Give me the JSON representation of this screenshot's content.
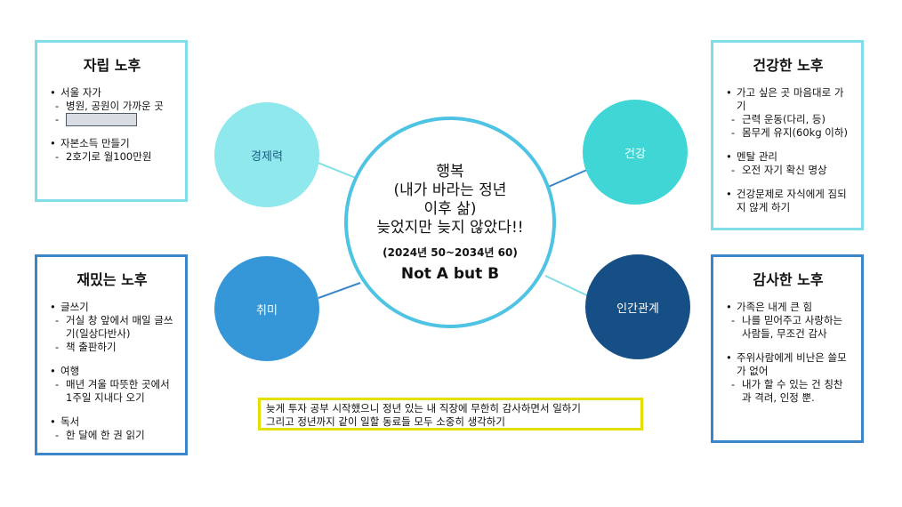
{
  "center": {
    "title_lines": [
      "행복",
      "(내가 바라는 정년",
      "이후 삶)",
      "늦었지만 늦지 않았다!!"
    ],
    "years": "(2024년 50~2034년 60)",
    "motto": "Not A but B"
  },
  "circles": {
    "economy": "경제력",
    "health": "건강",
    "hobby": "취미",
    "relations": "인간관계"
  },
  "boxes": {
    "independent": {
      "title": "자립 노후",
      "items": [
        {
          "main": "서울 자가",
          "subs": [
            "병원, 공원이 가까운 곳"
          ]
        },
        {
          "main": "자본소득 만들기",
          "subs": [
            "2호기로 월100만원"
          ]
        }
      ]
    },
    "healthy": {
      "title": "건강한 노후",
      "items": [
        {
          "main": "가고 싶은 곳  마음대로 가기",
          "subs": [
            "근력 운동(다리, 등)",
            "몸무게 유지(60kg 이하)"
          ]
        },
        {
          "main": "멘탈 관리",
          "subs": [
            "오전 자기 확신 명상"
          ]
        },
        {
          "main": "건강문제로 자식에게 짐되지 않게 하기",
          "subs": []
        }
      ]
    },
    "fun": {
      "title": "재밌는 노후",
      "items": [
        {
          "main": "글쓰기",
          "subs": [
            "거실 창 앞에서 매일 글쓰기(일상다반사)",
            "책 출판하기"
          ]
        },
        {
          "main": "여행",
          "subs": [
            "매년 겨울 따뜻한 곳에서 1주일 지내다 오기"
          ]
        },
        {
          "main": "독서",
          "subs": [
            "한 달에 한 권 읽기"
          ]
        }
      ]
    },
    "grateful": {
      "title": "감사한 노후",
      "items": [
        {
          "main": "가족은 내게 큰 힘",
          "subs": [
            "나를 믿어주고 사랑하는 사람들, 무조건 감사"
          ]
        },
        {
          "main": "주위사람에게 비난은 쓸모가 없어",
          "subs": [
            "내가 할 수 있는 건 칭찬과 격려, 인정 뿐."
          ]
        }
      ]
    }
  },
  "note": {
    "line1": "늦게 투자 공부 시작했으니 정년 있는 내 직장에 무한히 감사하면서 일하기",
    "line2": "그리고 정년까지 같이 일할 동료들 모두 소중히 생각하기"
  },
  "colors": {
    "economy": "#8ee8ec",
    "health": "#41d6d6",
    "hobby": "#3597d8",
    "relations": "#154f85",
    "center_border": "#4fc3e3",
    "light_border": "#7fdde6",
    "blue_border": "#3a86c8",
    "note_border": "#e3e000"
  }
}
